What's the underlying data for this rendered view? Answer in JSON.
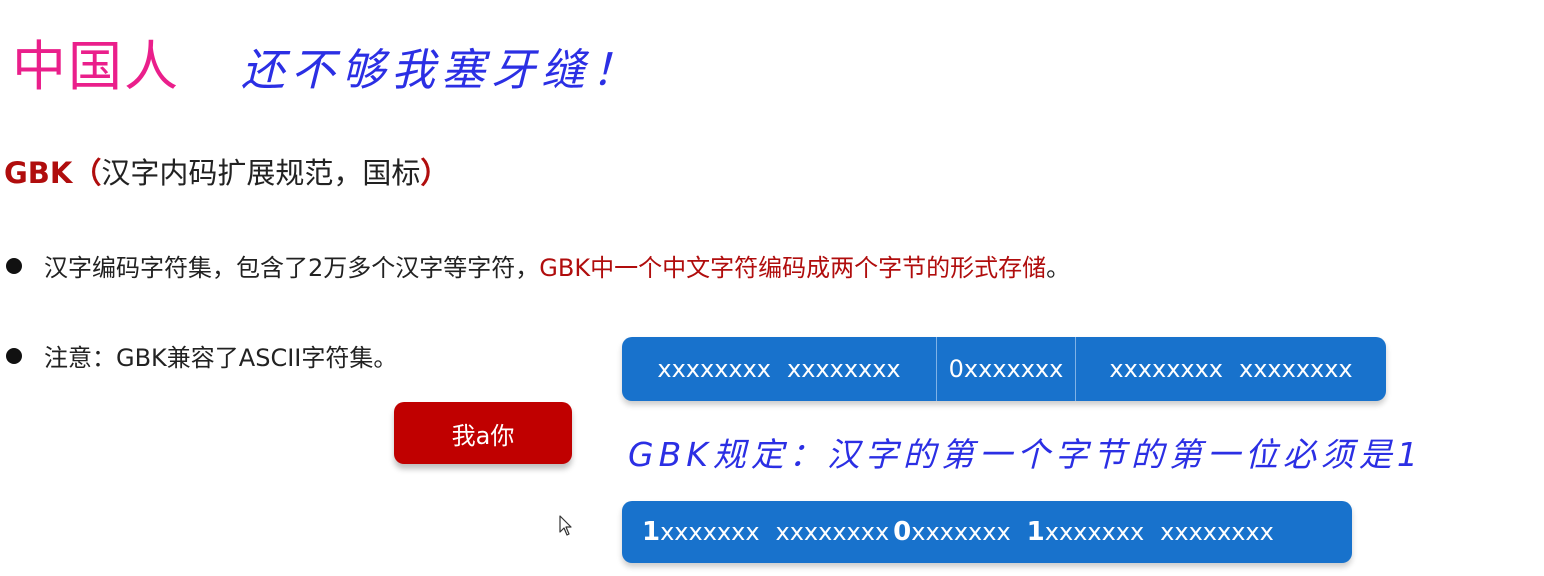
{
  "title": {
    "part1": "中国人",
    "part2": "还不够我塞牙缝！"
  },
  "heading": {
    "gbk": "GBK",
    "open_paren": "（",
    "desc": "汉字内码扩展规范，国标",
    "close_paren": "）"
  },
  "bullets": [
    {
      "text": "汉字编码字符集，包含了2万多个汉字等字符，",
      "highlight": "GBK中一个中文字符编码成两个字节的形式存储",
      "tail": "。"
    },
    {
      "text": "注意：GBK兼容了ASCII字符集。"
    }
  ],
  "example_button": {
    "label": "我a你"
  },
  "byte_layout": {
    "seg1_a": "xxxxxxxx",
    "seg1_b": "xxxxxxxx",
    "seg2": "0xxxxxxx",
    "seg3_a": "xxxxxxxx",
    "seg3_b": "xxxxxxxx"
  },
  "rule_note": "GBK规定：汉字的第一个字节的第一位必须是1",
  "byte_example": {
    "b1_bit": "1",
    "b1_rest": "xxxxxxx",
    "b2": "xxxxxxxx",
    "b3_bit": "0",
    "b3_rest": "xxxxxxx",
    "b4_bit": "1",
    "b4_rest": "xxxxxxx",
    "b5": "xxxxxxxx"
  },
  "colors": {
    "title_pink": "#ea1f8b",
    "title_blue": "#2b2fe4",
    "accent_red": "#b00d0d",
    "button_red": "#c00000",
    "bar_blue": "#1872cc"
  }
}
